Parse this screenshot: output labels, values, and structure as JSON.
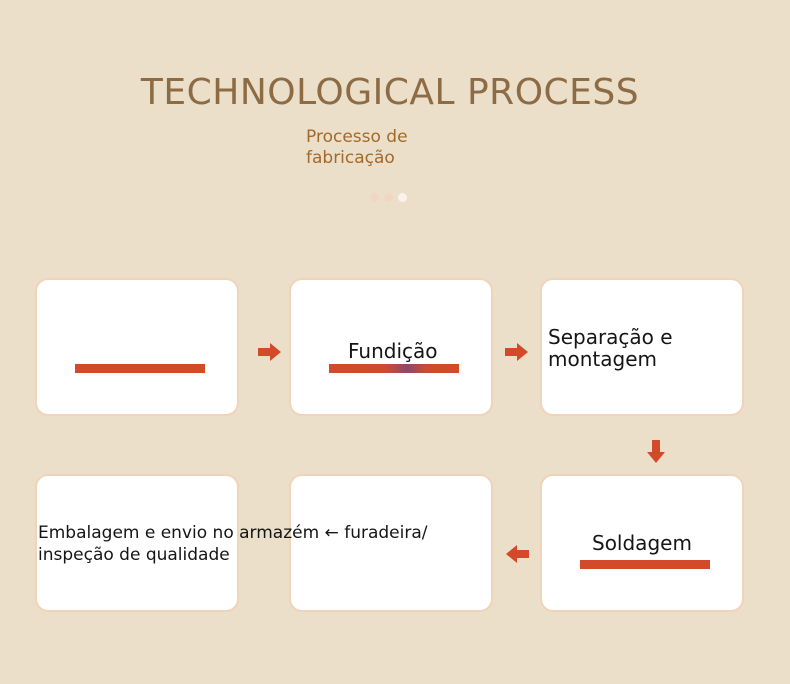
{
  "title": "TECHNOLOGICAL PROCESS",
  "subtitle": "Processo de fabricação",
  "steps": [
    {
      "label": ""
    },
    {
      "label": "Fundição"
    },
    {
      "label": "Separação e montagem"
    },
    {
      "label": "Soldagem"
    },
    {
      "label": ""
    },
    {
      "label": ""
    }
  ],
  "overlay_text": "Embalagem e envio no armazém ← furadeira/ inspeção de qualidade",
  "colors": {
    "background": "#ebdfc9",
    "title": "#8d6c45",
    "accent": "#d24a2a",
    "box_border": "#f0d3b8"
  }
}
